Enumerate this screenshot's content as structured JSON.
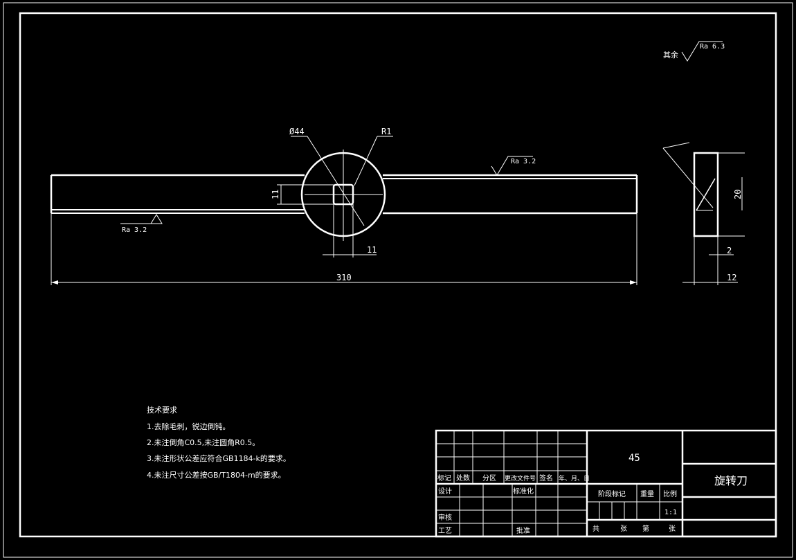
{
  "drawing": {
    "dims": {
      "dia": "Ø44",
      "radius": "R1",
      "square_h": "11",
      "square_w": "11",
      "length": "310",
      "height": "20",
      "thickness": "12",
      "edge": "2"
    },
    "rough_top": "Ra 3.2",
    "rough_bottom": "Ra 3.2",
    "rough_other_prefix": "其余",
    "rough_other_value": "Ra 6.3"
  },
  "notes": {
    "heading": "技术要求",
    "items": [
      "1.去除毛刺，锐边倒钝。",
      "2.未注倒角C0.5,未注圆角R0.5。",
      "3.未注形状公差应符合GB1184-k的要求。",
      "4.未注尺寸公差按GB/T1804-m的要求。"
    ]
  },
  "title_block": {
    "material": "45",
    "part_name": "旋转刀",
    "rev_headers": [
      "标记",
      "处数",
      "分区",
      "更改文件号",
      "签名",
      "年、月、日"
    ],
    "design": "设计",
    "standardize": "标准化",
    "review": "审核",
    "process": "工艺",
    "approve": "批准",
    "stage": "阶段标记",
    "weight": "重量",
    "scale": "比例",
    "scale_value": "1:1",
    "total": "共",
    "sheets": "张",
    "no": "第",
    "sheet": "张"
  }
}
